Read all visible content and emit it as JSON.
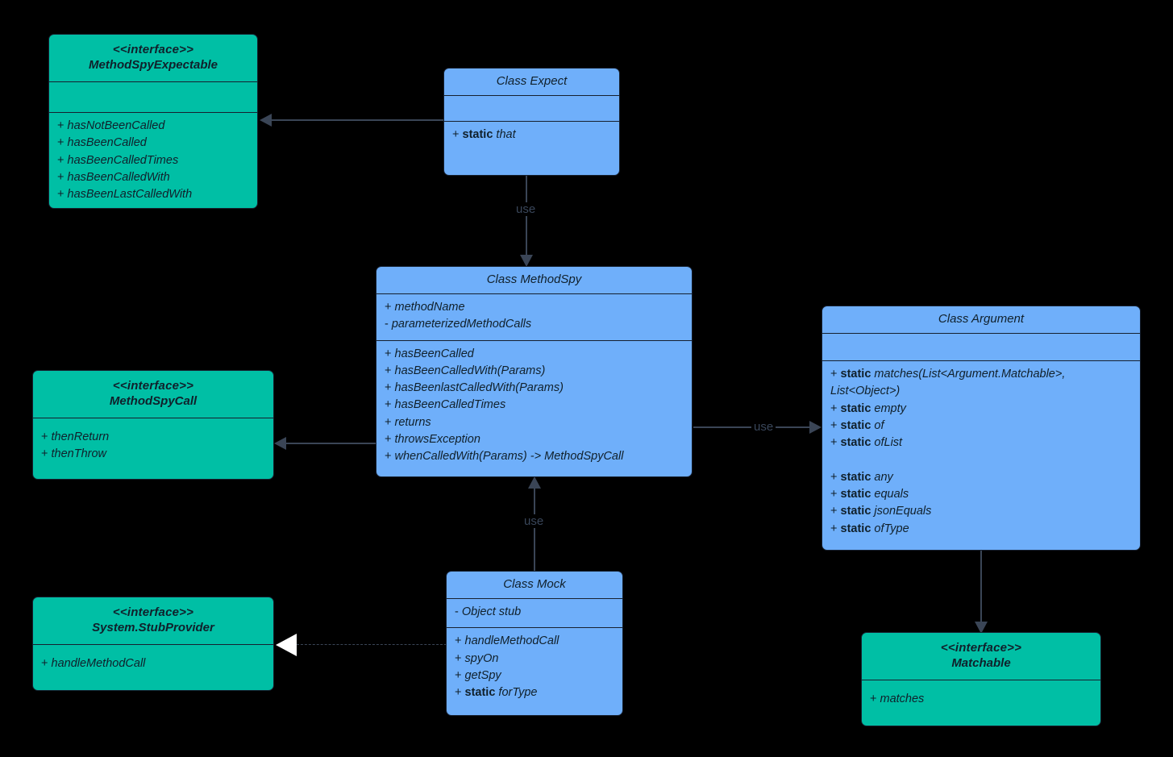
{
  "diagram": {
    "title": "UML Class Diagram",
    "background": "#000000",
    "colors": {
      "interface_fill": "#00BFA5",
      "class_fill": "#6FAFFA",
      "border": "#16202f",
      "connector": "#3a4556",
      "text": "#10202b"
    }
  },
  "nodes": {
    "method_spy_expectable": {
      "kind": "interface",
      "stereotype": "<<interface>>",
      "name": "MethodSpyExpectable",
      "attributes": [],
      "operations": [
        {
          "visibility": "+",
          "name": "hasNotBeenCalled",
          "static": false
        },
        {
          "visibility": "+",
          "name": "hasBeenCalled",
          "static": false
        },
        {
          "visibility": "+",
          "name": "hasBeenCalledTimes",
          "static": false
        },
        {
          "visibility": "+",
          "name": "hasBeenCalledWith",
          "static": false
        },
        {
          "visibility": "+",
          "name": "hasBeenLastCalledWith",
          "static": false
        }
      ]
    },
    "expect": {
      "kind": "class",
      "name": "Class Expect",
      "attributes": [],
      "operations": [
        {
          "visibility": "+",
          "name": "that",
          "static": true
        }
      ]
    },
    "method_spy": {
      "kind": "class",
      "name": "Class MethodSpy",
      "attributes": [
        {
          "visibility": "+",
          "name": "methodName",
          "static": false
        },
        {
          "visibility": "-",
          "name": "parameterizedMethodCalls",
          "static": false
        }
      ],
      "operations": [
        {
          "visibility": "+",
          "name": "hasBeenCalled",
          "static": false
        },
        {
          "visibility": "+",
          "name": "hasBeenCalledWith(Params)",
          "static": false
        },
        {
          "visibility": "+",
          "name": "hasBeenlastCalledWith(Params)",
          "static": false
        },
        {
          "visibility": "+",
          "name": "hasBeenCalledTimes",
          "static": false
        },
        {
          "visibility": "+",
          "name": "returns",
          "static": false
        },
        {
          "visibility": "+",
          "name": "throwsException",
          "static": false
        },
        {
          "visibility": "+",
          "name": "whenCalledWith(Params) -> MethodSpyCall",
          "static": false
        }
      ]
    },
    "method_spy_call": {
      "kind": "interface",
      "stereotype": "<<interface>>",
      "name": "MethodSpyCall",
      "attributes": null,
      "operations": [
        {
          "visibility": "+",
          "name": "thenReturn",
          "static": false
        },
        {
          "visibility": "+",
          "name": "thenThrow",
          "static": false
        }
      ]
    },
    "stub_provider": {
      "kind": "interface",
      "stereotype": "<<interface>>",
      "name": "System.StubProvider",
      "attributes": null,
      "operations": [
        {
          "visibility": "+",
          "name": "handleMethodCall",
          "static": false
        }
      ]
    },
    "mock": {
      "kind": "class",
      "name": "Class Mock",
      "attributes": [
        {
          "visibility": "-",
          "name": "Object stub",
          "static": false
        }
      ],
      "operations": [
        {
          "visibility": "+",
          "name": "handleMethodCall",
          "static": false
        },
        {
          "visibility": "+",
          "name": "spyOn",
          "static": false
        },
        {
          "visibility": "+",
          "name": "getSpy",
          "static": false
        },
        {
          "visibility": "+",
          "name": "forType",
          "static": true
        }
      ]
    },
    "argument": {
      "kind": "class",
      "name": "Class Argument",
      "attributes": [],
      "operations": [
        {
          "visibility": "+",
          "name": "matches(List<Argument.Matchable>, List<Object>)",
          "static": true
        },
        {
          "visibility": "+",
          "name": "empty",
          "static": true
        },
        {
          "visibility": "+",
          "name": "of",
          "static": true
        },
        {
          "visibility": "+",
          "name": "ofList",
          "static": true
        },
        {
          "visibility": "",
          "name": "",
          "static": false,
          "blank": true
        },
        {
          "visibility": "+",
          "name": "any",
          "static": true
        },
        {
          "visibility": "+",
          "name": "equals",
          "static": true
        },
        {
          "visibility": "+",
          "name": "jsonEquals",
          "static": true
        },
        {
          "visibility": "+",
          "name": "ofType",
          "static": true
        }
      ]
    },
    "matchable": {
      "kind": "interface",
      "stereotype": "<<interface>>",
      "name": "Matchable",
      "attributes": null,
      "operations": [
        {
          "visibility": "+",
          "name": "matches",
          "static": false
        }
      ]
    }
  },
  "edges": [
    {
      "id": "expect-to-expectable",
      "from": "expect",
      "to": "method_spy_expectable",
      "style": "solid",
      "arrow": "filled-triangle",
      "label": ""
    },
    {
      "id": "expect-uses-methodspy",
      "from": "expect",
      "to": "method_spy",
      "style": "solid",
      "arrow": "filled-triangle",
      "label": "use"
    },
    {
      "id": "methodspy-to-methodspycall",
      "from": "method_spy",
      "to": "method_spy_call",
      "style": "solid",
      "arrow": "filled-triangle",
      "label": ""
    },
    {
      "id": "methodspy-uses-argument",
      "from": "method_spy",
      "to": "argument",
      "style": "solid",
      "arrow": "filled-triangle",
      "label": "use"
    },
    {
      "id": "mock-uses-methodspy",
      "from": "mock",
      "to": "method_spy",
      "style": "solid",
      "arrow": "filled-triangle",
      "label": "use"
    },
    {
      "id": "mock-implements-stubprovider",
      "from": "mock",
      "to": "stub_provider",
      "style": "dashed",
      "arrow": "hollow-triangle",
      "label": ""
    },
    {
      "id": "argument-to-matchable",
      "from": "argument",
      "to": "matchable",
      "style": "solid",
      "arrow": "filled-triangle",
      "label": ""
    }
  ],
  "labels": {
    "use": "use"
  }
}
